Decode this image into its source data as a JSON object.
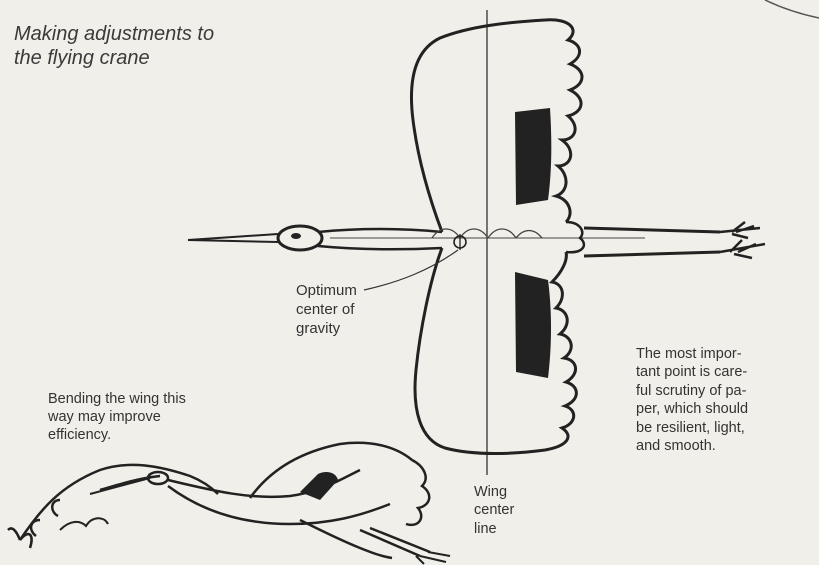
{
  "caption": {
    "title": "Making adjustments to\nthe flying crane"
  },
  "labels": {
    "center_of_gravity": "Optimum\ncenter of\ngravity",
    "bending_note": "Bending the wing this\nway may improve\nefficiency.",
    "paper_note": "The most impor-\ntant point is care-\nful scrutiny of pa-\nper, which should\nbe resilient, light,\nand smooth.",
    "wing_center_line": "Wing\ncenter\nline"
  },
  "colors": {
    "ink": "#2b2b2b",
    "paper": "#f1efe9"
  }
}
